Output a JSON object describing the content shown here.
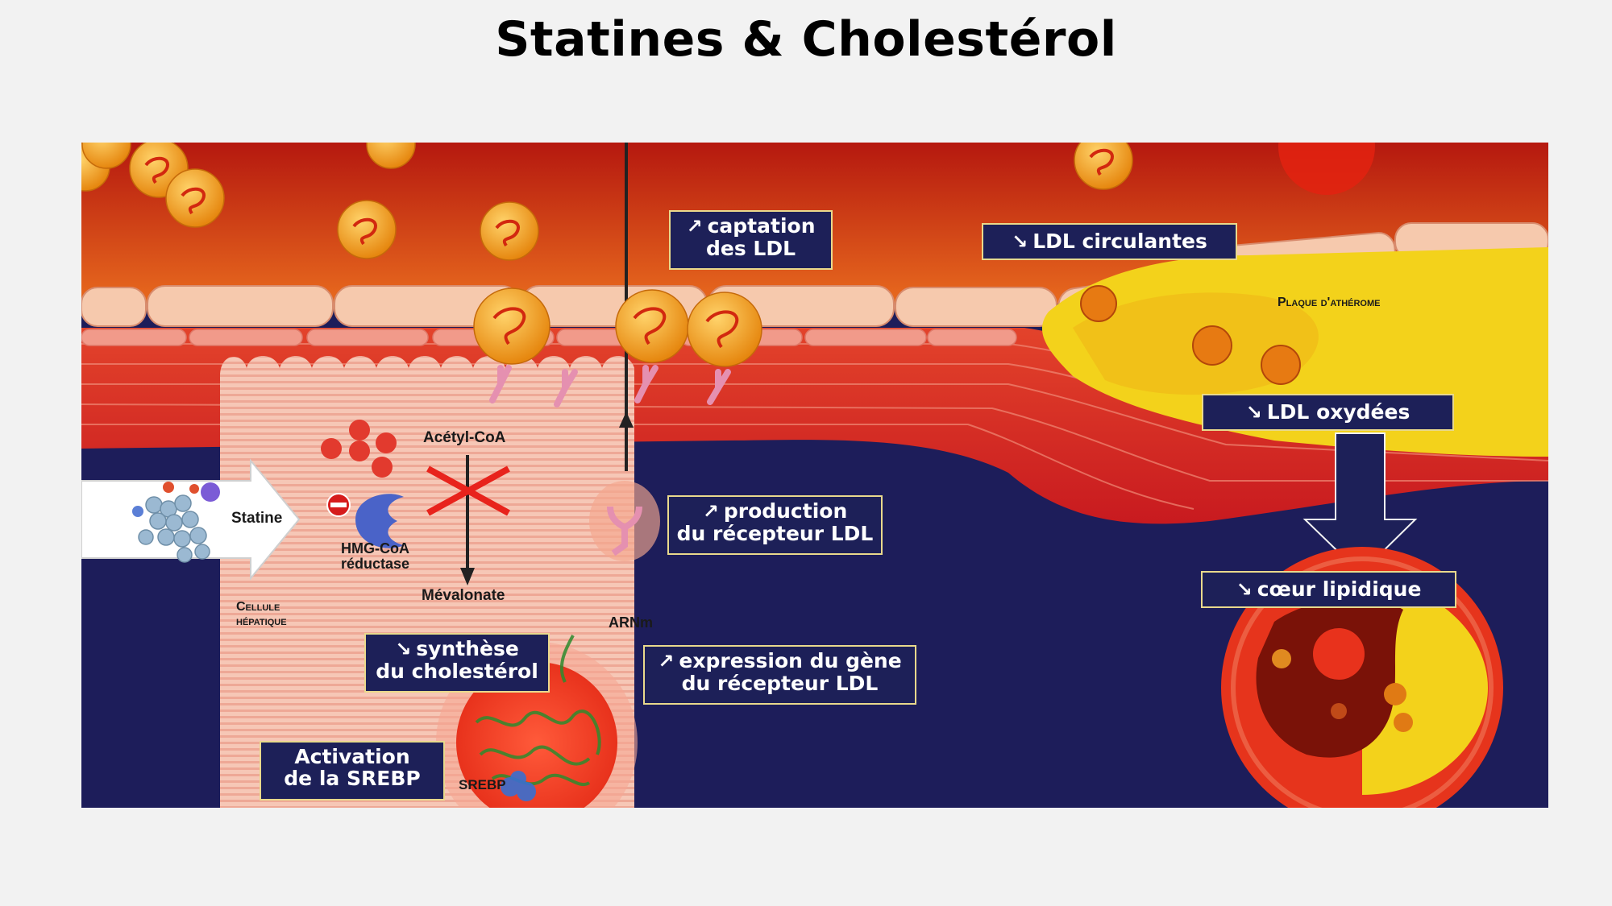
{
  "title": "Statines & Cholestérol",
  "icons": {
    "up_arrow": "↗",
    "down_arrow": "↘"
  },
  "boxes": {
    "captation": [
      "captation",
      "des LDL"
    ],
    "ldl_circulantes": "LDL circulantes",
    "production": [
      "production",
      "du récepteur LDL"
    ],
    "ldl_oxydees": "LDL oxydées",
    "coeur": "cœur lipidique",
    "synthese": [
      "synthèse",
      "du cholestérol"
    ],
    "expression": [
      "expression du gène",
      "du récepteur LDL"
    ],
    "activation": [
      "Activation",
      "de la SREBP"
    ]
  },
  "labels": {
    "acetyl": "Acétyl-CoA",
    "mevalonate": "Mévalonate",
    "statine": "Statine",
    "hmg": [
      "HMG-CoA",
      "réductase"
    ],
    "cellule": [
      "Cellule",
      "hépatique"
    ],
    "arnm": "ARNm",
    "srebp": "SREBP",
    "plaque": "Plaque d'athérome"
  },
  "colors": {
    "background": "#f2f2f2",
    "box_fill": "#1d2058",
    "box_border": "#e9d98c",
    "vessel_red": "#d63a1e",
    "plaque_yellow": "#f3d21b",
    "navy": "#1d1d5a"
  }
}
